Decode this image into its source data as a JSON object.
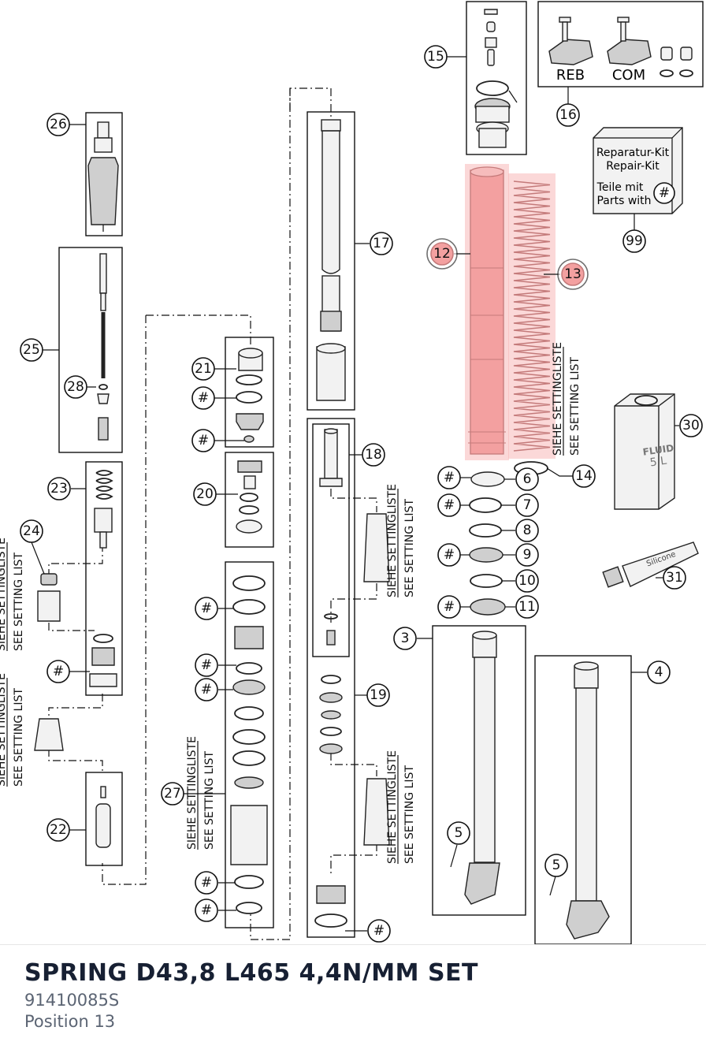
{
  "footer": {
    "title": "SPRING D43,8 L465 4,4N/MM SET",
    "part_number": "91410085S",
    "position": "Position 13"
  },
  "diagram": {
    "highlight_color": "#f5a3a3",
    "callouts": {
      "c3": "3",
      "c4": "4",
      "c5a": "5",
      "c5b": "5",
      "c6": "6",
      "c7": "7",
      "c8": "8",
      "c9": "9",
      "c10": "10",
      "c11": "11",
      "c12": "12",
      "c13": "13",
      "c14": "14",
      "c15": "15",
      "c16": "16",
      "c17": "17",
      "c18": "18",
      "c19": "19",
      "c20": "20",
      "c21": "21",
      "c22": "22",
      "c23": "23",
      "c24": "24",
      "c25": "25",
      "c26": "26",
      "c27": "27",
      "c28": "28",
      "c30": "30",
      "c31": "31",
      "c99": "99",
      "hash": "#"
    },
    "labels": {
      "reb": "REB",
      "com": "COM",
      "repair_kit_de": "Reparatur-Kit",
      "repair_kit_en": "Repair-Kit",
      "parts_with_de": "Teile mit",
      "parts_with_en": "Parts with",
      "setting_de": "SIEHE SETTINGLISTE",
      "setting_en": "SEE SETTING LIST",
      "fluid": "FLUID",
      "fluid_volume": "5 L",
      "grease": "Silicone"
    }
  }
}
